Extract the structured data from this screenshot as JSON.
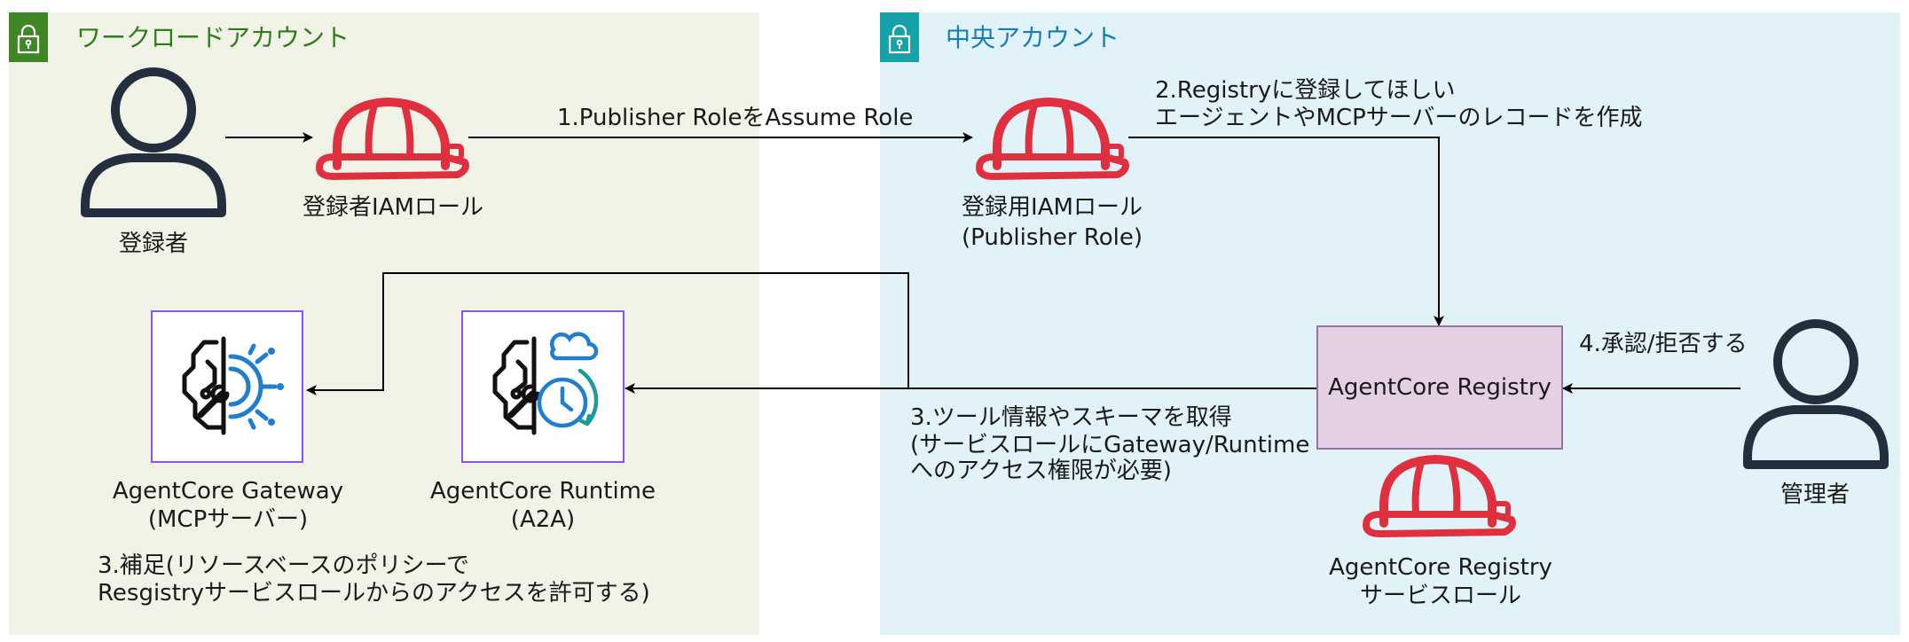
{
  "accounts": {
    "workload": {
      "title": "ワークロードアカウント",
      "color": "#2e7d1a",
      "bg": "#f1f3e6"
    },
    "central": {
      "title": "中央アカウント",
      "color": "#147eba",
      "bg": "#e1f3f8"
    }
  },
  "nodes": {
    "registrant": {
      "label": "登録者"
    },
    "registrant_role": {
      "label": "登録者IAMロール"
    },
    "publisher_role": {
      "line1": "登録用IAMロール",
      "line2": "(Publisher Role)"
    },
    "registry": {
      "label": "AgentCore Registry"
    },
    "registry_role": {
      "line1": "AgentCore Registry",
      "line2": "サービスロール"
    },
    "admin": {
      "label": "管理者"
    },
    "gateway": {
      "line1": "AgentCore Gateway",
      "line2": "(MCPサーバー)"
    },
    "runtime": {
      "line1": "AgentCore Runtime",
      "line2": "(A2A)"
    }
  },
  "edges": {
    "assume": {
      "label": "1.Publisher RoleをAssume Role"
    },
    "register": {
      "line1": "2.Registryに登録してほしい",
      "line2": "エージェントやMCPサーバーのレコードを作成"
    },
    "fetch": {
      "line1": "3.ツール情報やスキーマを取得",
      "line2": "(サービスロールにGateway/Runtime",
      "line3": "へのアクセス権限が必要)"
    },
    "approve": {
      "label": "4.承認/拒否する"
    },
    "note": {
      "line1": "3.補足(リソースベースのポリシーで",
      "line2": "Resgistryサービスロールからのアクセスを許可する)"
    }
  },
  "colors": {
    "helmet": "#e0303f",
    "person": "#232f3e",
    "registry_fill": "#e4d0e2",
    "registry_border": "#9673a6",
    "agentcore_border": "#8c4fff",
    "icon_teal": "#1a9c9c",
    "icon_blue": "#1f7ed0"
  }
}
